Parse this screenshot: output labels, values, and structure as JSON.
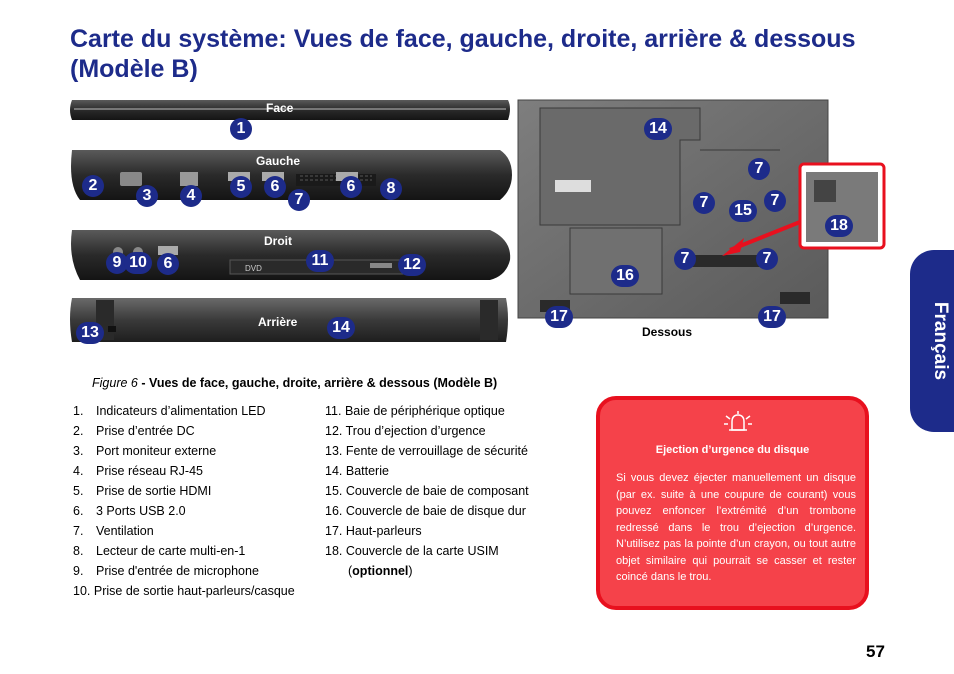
{
  "page_title": "Carte du système: Vues de face, gauche, droite, arrière & dessous (Modèle B)",
  "side_tab": "Français",
  "views": {
    "face": "Face",
    "gauche": "Gauche",
    "droit": "Droit",
    "arriere": "Arrière",
    "dessous": "Dessous"
  },
  "callouts": {
    "c1": "1",
    "c2": "2",
    "c3": "3",
    "c4": "4",
    "c5": "5",
    "c6": "6",
    "c7": "7",
    "c8": "8",
    "c9": "9",
    "c10": "10",
    "c11": "11",
    "c12": "12",
    "c13": "13",
    "c14": "14",
    "c15": "15",
    "c16": "16",
    "c17": "17",
    "c18": "18"
  },
  "caption": {
    "prefix": "Figure 6",
    "text": " - Vues de face, gauche, droite, arrière & dessous (Modèle B)"
  },
  "legend_left": [
    {
      "num": "1.",
      "text": "Indicateurs d’alimentation LED"
    },
    {
      "num": "2.",
      "text": "Prise d’entrée DC"
    },
    {
      "num": "3.",
      "text": "Port moniteur externe"
    },
    {
      "num": "4.",
      "text": "Prise réseau RJ-45"
    },
    {
      "num": "5.",
      "text": "Prise de sortie HDMI"
    },
    {
      "num": "6.",
      "text": "3 Ports USB 2.0"
    },
    {
      "num": "7.",
      "text": "Ventilation"
    },
    {
      "num": "8.",
      "text": "Lecteur de carte multi-en-1"
    },
    {
      "num": "9.",
      "text": "Prise d'entrée de microphone"
    },
    {
      "num": "10.",
      "text": "Prise de sortie haut-parleurs/casque"
    }
  ],
  "legend_right": [
    {
      "num": "11.",
      "text": "Baie de périphérique optique"
    },
    {
      "num": "12.",
      "text": "Trou d’ejection d’urgence"
    },
    {
      "num": "13.",
      "text": "Fente de verrouillage de sécurité"
    },
    {
      "num": "14.",
      "text": "Batterie"
    },
    {
      "num": "15.",
      "text": "Couvercle de baie de composant"
    },
    {
      "num": "16.",
      "text": "Couvercle de baie de disque dur"
    },
    {
      "num": "17.",
      "text": "Haut-parleurs"
    },
    {
      "num": "18.",
      "text": "Couvercle de la carte USIM"
    }
  ],
  "legend_right_extra": {
    "open": "(",
    "bold": "optionnel",
    "close": ")"
  },
  "warning": {
    "icon": "alarm-bell-icon",
    "title": "Ejection d’urgence du disque",
    "body": "Si vous devez éjecter manuellement un disque (par ex. suite à une coupure de courant) vous pouvez enfoncer l’extrémité d’un trombone redressé dans le trou d’ejection d’urgence. N’utilisez pas la pointe d’un crayon, ou tout autre objet similaire qui pourrait se casser et rester coincé dans le trou."
  },
  "page_number": "57"
}
